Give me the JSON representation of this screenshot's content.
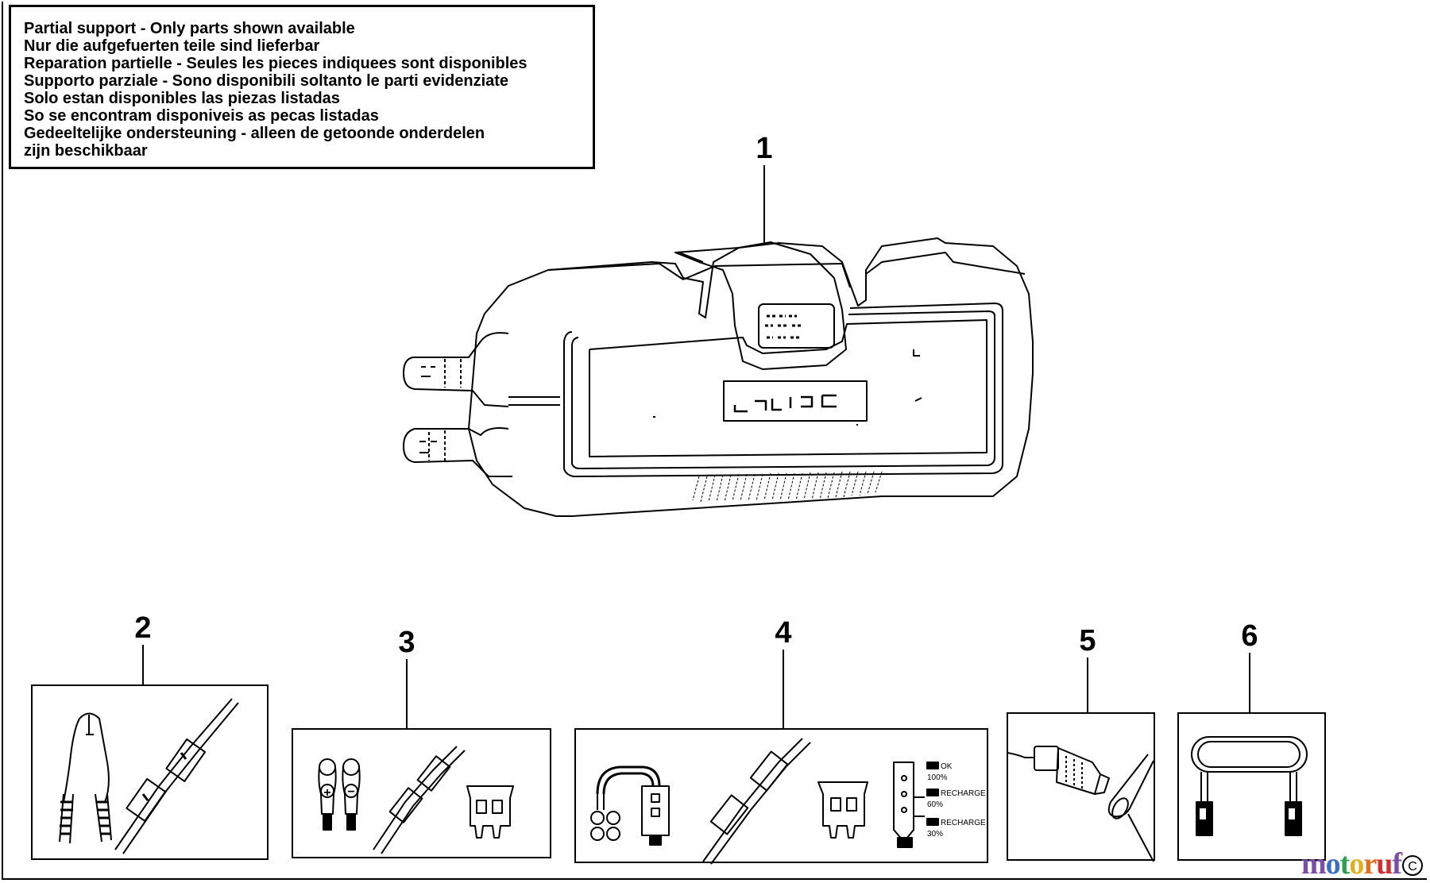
{
  "notice": {
    "lines": [
      "Partial support - Only parts shown available",
      "Nur die aufgefuerten teile sind lieferbar",
      "Reparation partielle - Seules les pieces indiquees sont disponibles",
      "Supporto parziale - Sono disponibili soltanto le parti evidenziate",
      "Solo estan disponibles las piezas listadas",
      "So se encontram disponiveis as pecas listadas",
      "Gedeeltelijke ondersteuning - alleen de getoonde onderdelen",
      "zijn beschikbaar"
    ]
  },
  "callouts": {
    "c1": "1",
    "c2": "2",
    "c3": "3",
    "c4": "4",
    "c5": "5",
    "c6": "6"
  },
  "indicator_labels": {
    "ok": "OK",
    "ok_pct": "100%",
    "recharge_1": "RECHARGE",
    "recharge_1_pct": "60%",
    "recharge_2": "RECHARGE",
    "recharge_2_pct": "30%"
  },
  "terminal_symbols": {
    "plus": "+",
    "minus": "−"
  },
  "watermark": {
    "letters": [
      "m",
      "o",
      "t",
      "o",
      "r",
      "u",
      "f"
    ],
    "colors": [
      "#7b4fa8",
      "#3a6fc4",
      "#2f9e4f",
      "#e0b020",
      "#e07020",
      "#d03030",
      "#7b4fa8"
    ],
    "suffix": "C"
  }
}
